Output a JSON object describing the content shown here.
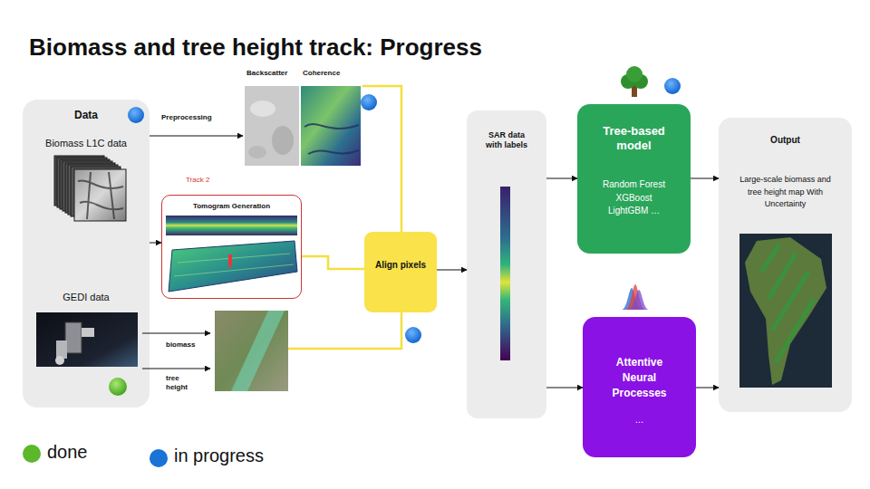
{
  "diagram": {
    "title": "Biomass and tree height track: Progress",
    "nodes": [
      {
        "text": [
          "Data",
          "Biomass L1C data",
          "GEDI data"
        ]
      },
      {
        "text": [
          "Backscatter",
          "Coherence"
        ]
      },
      {
        "text": [
          "Track 2",
          "Tomogram Generation"
        ]
      },
      {
        "text": [
          "Align pixels"
        ]
      },
      {
        "text": [
          "SAR data with labels"
        ]
      },
      {
        "text": [
          "Tree-based model",
          "Random Forest XGBoost LightGBM …"
        ]
      },
      {
        "text": [
          "Attentive Neural Processes",
          "…"
        ]
      },
      {
        "text": [
          "Output",
          "Large-scale biomass and tree height map With Uncertainty"
        ]
      }
    ],
    "edges": [
      {
        "from": 0,
        "to": 1,
        "label": "Preprocessing",
        "arrow": "to"
      },
      {
        "from": 1,
        "to": 3,
        "arrow": "none"
      },
      {
        "from": 0,
        "to": 2,
        "arrow": "to"
      },
      {
        "from": 2,
        "to": 3,
        "arrow": "none"
      },
      {
        "from": 3,
        "to": 4,
        "arrow": "to"
      },
      {
        "from": 4,
        "to": 5,
        "arrow": "to"
      },
      {
        "from": 4,
        "to": 6,
        "arrow": "to"
      },
      {
        "from": 5,
        "to": 7,
        "arrow": "to"
      },
      {
        "from": 6,
        "to": 7,
        "arrow": "to"
      }
    ],
    "labels": [
      "biomass",
      "tree height"
    ],
    "legend": [
      {
        "text": "done",
        "color": "#5cb82a"
      },
      {
        "text": "in progress",
        "color": "#1a73d6"
      }
    ]
  }
}
